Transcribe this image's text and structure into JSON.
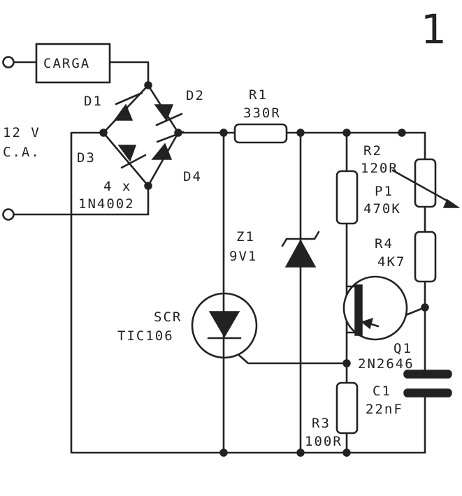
{
  "figure_number": "1",
  "load": "CARGA",
  "supply": {
    "line1": "12 V",
    "line2": "C.A."
  },
  "diodes": {
    "d1": "D1",
    "d2": "D2",
    "d3": "D3",
    "d4": "D4",
    "qty": "4 x",
    "type": "1N4002"
  },
  "r1": {
    "name": "R1",
    "value": "330R"
  },
  "r2": {
    "name": "R2",
    "value": "120R"
  },
  "r3": {
    "name": "R3",
    "value": "100R"
  },
  "r4": {
    "name": "R4",
    "value": "4K7"
  },
  "p1": {
    "name": "P1",
    "value": "470K"
  },
  "z1": {
    "name": "Z1",
    "value": "9V1"
  },
  "scr": {
    "name": "SCR",
    "value": "TIC106"
  },
  "q1": {
    "name": "Q1",
    "value": "2N2646"
  },
  "c1": {
    "name": "C1",
    "value": "22nF"
  }
}
